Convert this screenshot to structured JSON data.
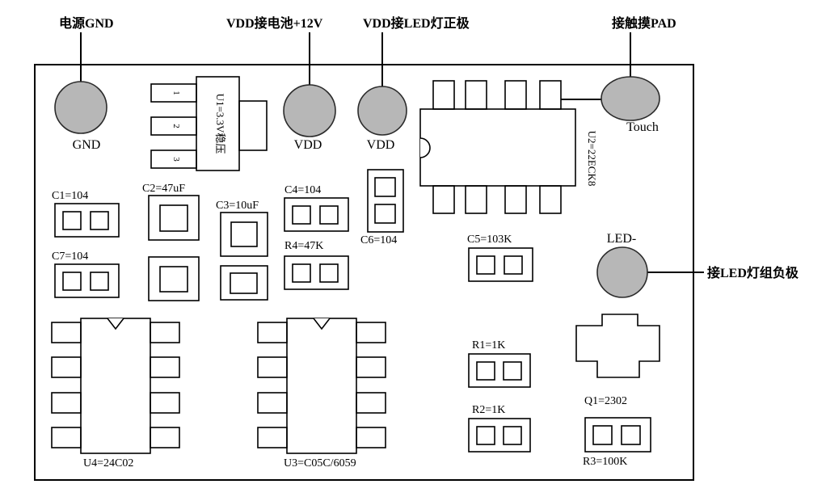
{
  "callouts": {
    "power_gnd": "电源GND",
    "vdd_battery": "VDD接电池+12V",
    "vdd_led": "VDD接LED灯正极",
    "touch": "接触摸PAD",
    "led_negative": "接LED灯组负极"
  },
  "pads": {
    "gnd": "GND",
    "vdd1": "VDD",
    "vdd2": "VDD",
    "touch": "Touch",
    "led_minus": "LED-"
  },
  "components": {
    "u1": "U1=3.3V稳压",
    "u1_pins": [
      "1",
      "2",
      "3"
    ],
    "u2": "U2=22ECK8",
    "u3": "U3=C05C/6059",
    "u4": "U4=24C02",
    "c1": "C1=104",
    "c2": "C2=47uF",
    "c3": "C3=10uF",
    "c4": "C4=104",
    "c5": "C5=103K",
    "c6": "C6=104",
    "c7": "C7=104",
    "r1": "R1=1K",
    "r2": "R2=1K",
    "r3": "R3=100K",
    "r4": "R4=47K",
    "q1": "Q1=2302"
  },
  "colors": {
    "pad_fill": "#b7b7b7",
    "line": "#000000",
    "background": "#ffffff"
  }
}
